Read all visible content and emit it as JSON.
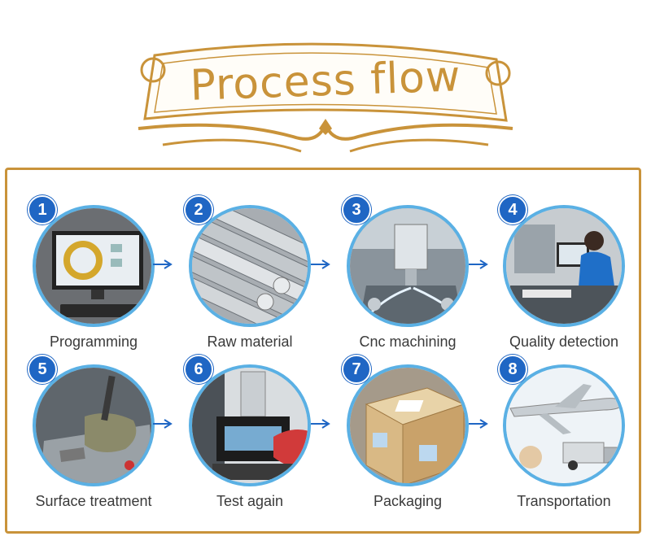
{
  "header": {
    "title": "Process flow"
  },
  "colors": {
    "gold": "#c9933a",
    "badge_blue": "#1f66c4",
    "ring_blue": "#5ab0e4"
  },
  "steps": [
    {
      "number": "1",
      "label": "Programming",
      "icon": "computer-cad-icon"
    },
    {
      "number": "2",
      "label": "Raw material",
      "icon": "metal-bars-icon"
    },
    {
      "number": "3",
      "label": "Cnc machining",
      "icon": "cnc-machine-icon"
    },
    {
      "number": "4",
      "label": "Quality detection",
      "icon": "inspection-icon"
    },
    {
      "number": "5",
      "label": "Surface treatment",
      "icon": "polishing-icon"
    },
    {
      "number": "6",
      "label": "Test again",
      "icon": "measuring-machine-icon"
    },
    {
      "number": "7",
      "label": "Packaging",
      "icon": "wooden-crate-icon"
    },
    {
      "number": "8",
      "label": "Transportation",
      "icon": "plane-truck-icon"
    }
  ]
}
